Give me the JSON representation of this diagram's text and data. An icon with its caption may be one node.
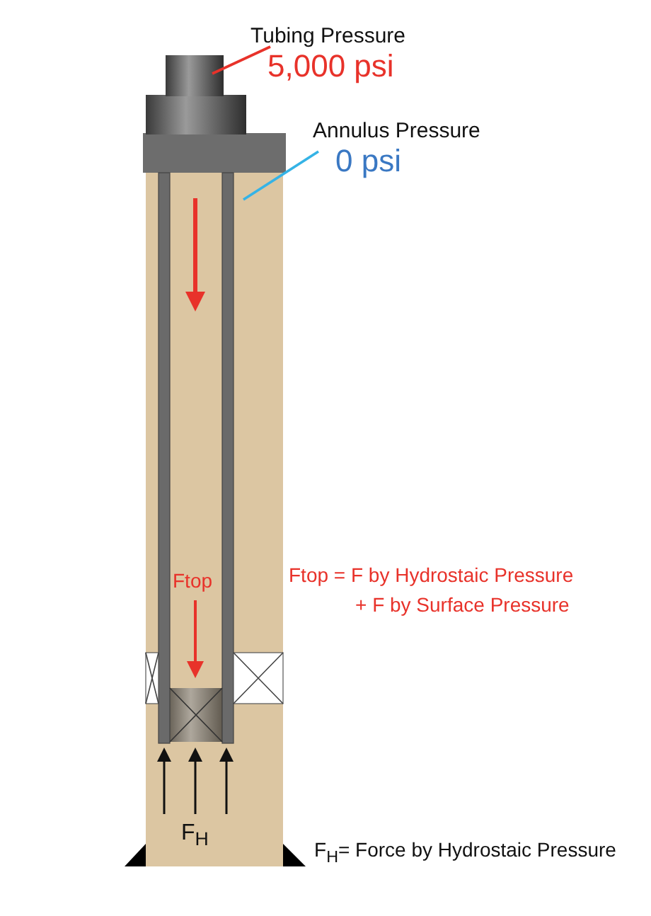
{
  "diagram": {
    "nodes": [
      {
        "text": [
          "Tubing Pressure",
          "5,000 psi"
        ]
      },
      {
        "text": [
          "Annulus Pressure",
          "0 psi"
        ]
      }
    ],
    "edges": [
      {
        "from": 0,
        "to": null,
        "arrow": "none",
        "color": "#e8322a"
      },
      {
        "from": 1,
        "to": null,
        "arrow": "none",
        "color": "#35b3e6"
      }
    ],
    "labels": [
      "Ftop",
      "F$_{H}$",
      "Ftop = F by Hydrostaic Pressure",
      "+ F by Surface Pressure",
      "F$_{H}$= Force by Hydrostaic Pressure"
    ]
  }
}
